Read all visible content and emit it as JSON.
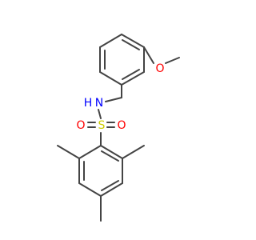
{
  "molecule": {
    "atoms": {
      "oxygen_methoxy": "O",
      "nitrogen": "N",
      "hydrogen": "H",
      "sulfur": "S",
      "oxygen_left": "O",
      "oxygen_right": "O"
    },
    "colors": {
      "bond": "#444444",
      "oxygen": "#ff0000",
      "nitrogen": "#0000ff",
      "sulfur": "#cccc00"
    }
  }
}
